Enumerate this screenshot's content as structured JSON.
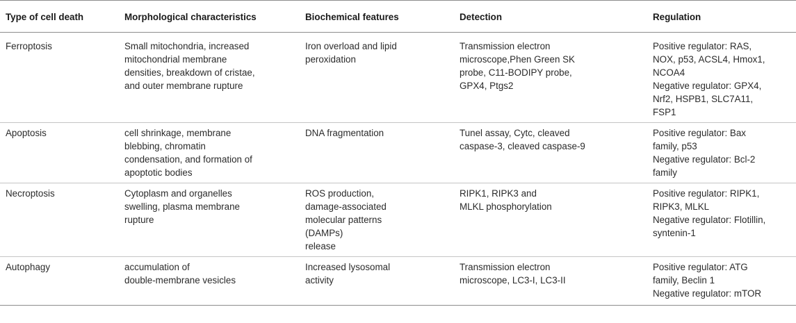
{
  "headers": [
    "Type of cell death",
    "Morphological characteristics",
    "Biochemical features",
    "Detection",
    "Regulation"
  ],
  "rows": [
    {
      "type": "Ferroptosis",
      "morphology": [
        "Small mitochondria, increased",
        "mitochondrial membrane",
        "densities, breakdown of cristae,",
        "and outer membrane rupture"
      ],
      "biochemical": [
        "Iron overload and lipid",
        "peroxidation"
      ],
      "detection": [
        "Transmission electron",
        "microscope,Phen Green SK",
        "probe, C11-BODIPY probe,",
        "GPX4, Ptgs2"
      ],
      "regulation": [
        "Positive regulator: RAS,",
        "NOX, p53, ACSL4, Hmox1,",
        "NCOA4",
        "Negative regulator: GPX4,",
        "Nrf2, HSPB1, SLC7A11,",
        "FSP1"
      ]
    },
    {
      "type": "Apoptosis",
      "morphology": [
        "cell shrinkage, membrane",
        "blebbing, chromatin",
        "condensation, and formation of",
        "apoptotic bodies"
      ],
      "biochemical": [
        "DNA fragmentation"
      ],
      "detection": [
        "Tunel assay, Cytc, cleaved",
        "caspase-3, cleaved caspase-9"
      ],
      "regulation": [
        "Positive regulator: Bax",
        "family, p53",
        "Negative regulator: Bcl-2",
        "family"
      ]
    },
    {
      "type": "Necroptosis",
      "morphology": [
        "Cytoplasm and organelles",
        "swelling, plasma membrane",
        "rupture"
      ],
      "biochemical": [
        "ROS production,",
        "damage-associated",
        "molecular patterns",
        "(DAMPs)",
        "release"
      ],
      "detection": [
        "RIPK1, RIPK3 and",
        "MLKL phosphorylation"
      ],
      "regulation": [
        "Positive regulator: RIPK1,",
        "RIPK3, MLKL",
        "Negative regulator: Flotillin,",
        "syntenin-1"
      ]
    },
    {
      "type": "Autophagy",
      "morphology": [
        "accumulation of",
        "double-membrane vesicles"
      ],
      "biochemical": [
        "Increased lysosomal",
        "activity"
      ],
      "detection": [
        "Transmission electron",
        "microscope, LC3-I, LC3-II"
      ],
      "regulation": [
        "Positive regulator: ATG",
        "family, Beclin 1",
        "Negative regulator: mTOR"
      ]
    }
  ]
}
